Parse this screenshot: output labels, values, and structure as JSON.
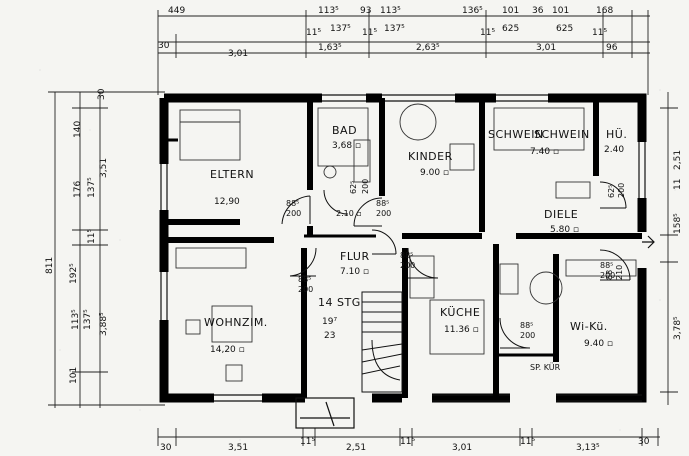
{
  "plan": {
    "top_dimensions": {
      "row1": [
        "449",
        "113⁵",
        "93",
        "113⁵",
        "136⁵",
        "101",
        "36",
        "101",
        "168"
      ],
      "row2": [
        "11⁵",
        "137⁵",
        "11⁵",
        "137⁵",
        "11⁵",
        "625",
        "625",
        "11⁵"
      ],
      "row3": [
        "30",
        "3,01",
        "1,63⁵",
        "2,63⁵",
        "3,01",
        "96"
      ]
    },
    "left_dimensions": [
      "30",
      "140",
      "176",
      "137⁵",
      "3,51",
      "11⁵",
      "192⁵",
      "811",
      "113⁵",
      "137⁵",
      "3,88⁵",
      "101"
    ],
    "right_dimensions": [
      "2,51",
      "158⁵",
      "11",
      "3,78⁵"
    ],
    "bottom_dimensions": [
      "30",
      "3,51",
      "11⁵",
      "2,51",
      "11⁵",
      "3,01",
      "11⁵",
      "3,13⁵",
      "30"
    ],
    "rooms": [
      {
        "name": "ELTERN",
        "area": "12,90"
      },
      {
        "name": "BAD",
        "area": "3,68 ▫"
      },
      {
        "name": "KINDER",
        "area": "9.00 ▫"
      },
      {
        "name": "SCHWEIN",
        "area": "7.40 ▫"
      },
      {
        "name": "SCHWEIN",
        "area": ""
      },
      {
        "name": "HÜ.",
        "area": "2.40"
      },
      {
        "name": "DIELE",
        "area": "5.80 ▫"
      },
      {
        "name": "FLUR",
        "area": "7.10 ▫"
      },
      {
        "name": "WOHNZIM.",
        "area": "14,20 ▫"
      },
      {
        "name": "14 STG",
        "area": "19⁷"
      },
      {
        "name": "KÜCHE",
        "area": "11.36 ▫"
      },
      {
        "name": "Wi-Kü.",
        "area": "9.40 ▫"
      },
      {
        "name": "SP. KÜR",
        "area": ""
      }
    ],
    "door_labels": [
      {
        "top": "88⁵",
        "bottom": "200"
      },
      {
        "top": "2.10 ▫",
        "bottom": ""
      },
      {
        "top": "88⁵",
        "bottom": "200"
      },
      {
        "top": "88⁵",
        "bottom": "200"
      },
      {
        "top": "88⁵",
        "bottom": "200"
      },
      {
        "top": "88⁵",
        "bottom": "200"
      },
      {
        "top": "88⁵",
        "bottom": "200"
      },
      {
        "top": "62⁵",
        "bottom": "200"
      },
      {
        "top": "62⁵",
        "bottom": "200"
      },
      {
        "top": "88",
        "bottom": "210"
      }
    ],
    "stair_note": "23"
  }
}
